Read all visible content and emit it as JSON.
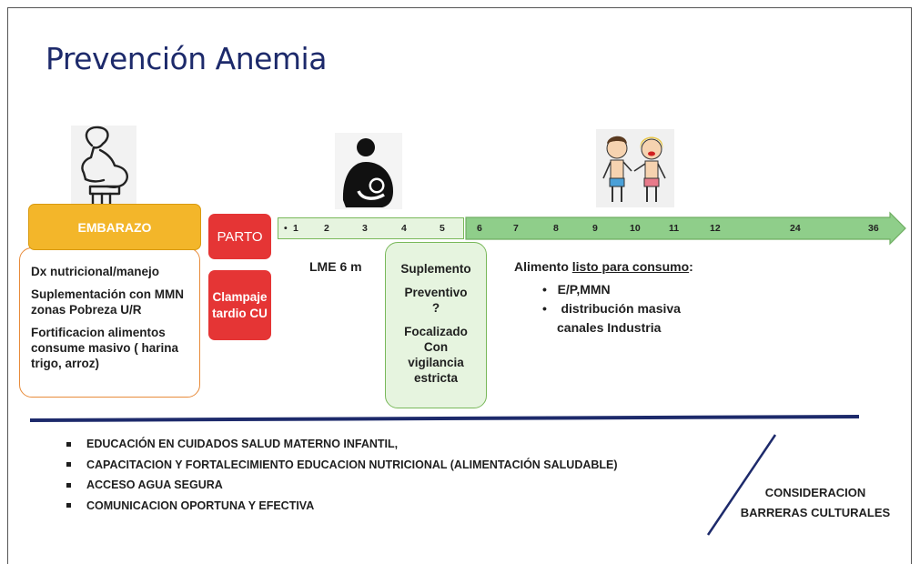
{
  "title": "Prevención Anemia",
  "embarazo": {
    "label": "EMBARAZO",
    "items": [
      "Dx nutricional/manejo",
      "Suplementación con MMN zonas Pobreza U/R",
      "Fortificacion alimentos consume masivo ( harina trigo, arroz)"
    ]
  },
  "parto": {
    "label": "PARTO"
  },
  "clampaje": {
    "line1": "Clampaje",
    "line2": "tardio CU"
  },
  "timeline": {
    "segment1": [
      "1",
      "2",
      "3",
      "4",
      "5"
    ],
    "segment2": [
      "6",
      "7",
      "8",
      "9",
      "10",
      "11",
      "12",
      "24",
      "36"
    ],
    "bullet": "•"
  },
  "lme": "LME 6 m",
  "suplemento": [
    "Suplemento",
    "Preventivo",
    "?",
    "Focalizado",
    "Con",
    "vigilancia",
    "estricta"
  ],
  "alimento": {
    "prefix": "Alimento",
    "underlined": "listo para consumo",
    "suffix": ":",
    "items": [
      "E/P,MMN",
      "distribución masiva",
      "canales Industria"
    ]
  },
  "actions": [
    "EDUCACIÓN EN CUIDADOS SALUD MATERNO INFANTIL,",
    "CAPACITACION Y FORTALECIMIENTO EDUCACION NUTRICIONAL (ALIMENTACIÓN SALUDABLE)",
    "ACCESO AGUA SEGURA",
    "COMUNICACION OPORTUNA Y EFECTIVA"
  ],
  "consideracion": [
    "CONSIDERACION",
    "BARRERAS CULTURALES"
  ],
  "colors": {
    "title": "#1d2a6b",
    "embarazo": "#f3b62a",
    "parto": "#e53535",
    "timeline_light": "#e6f4df",
    "timeline_dark": "#8fce8a",
    "divider": "#1d2a6b"
  },
  "icons": [
    "pregnant-woman-icon",
    "breastfeeding-mother-icon",
    "children-icon"
  ]
}
